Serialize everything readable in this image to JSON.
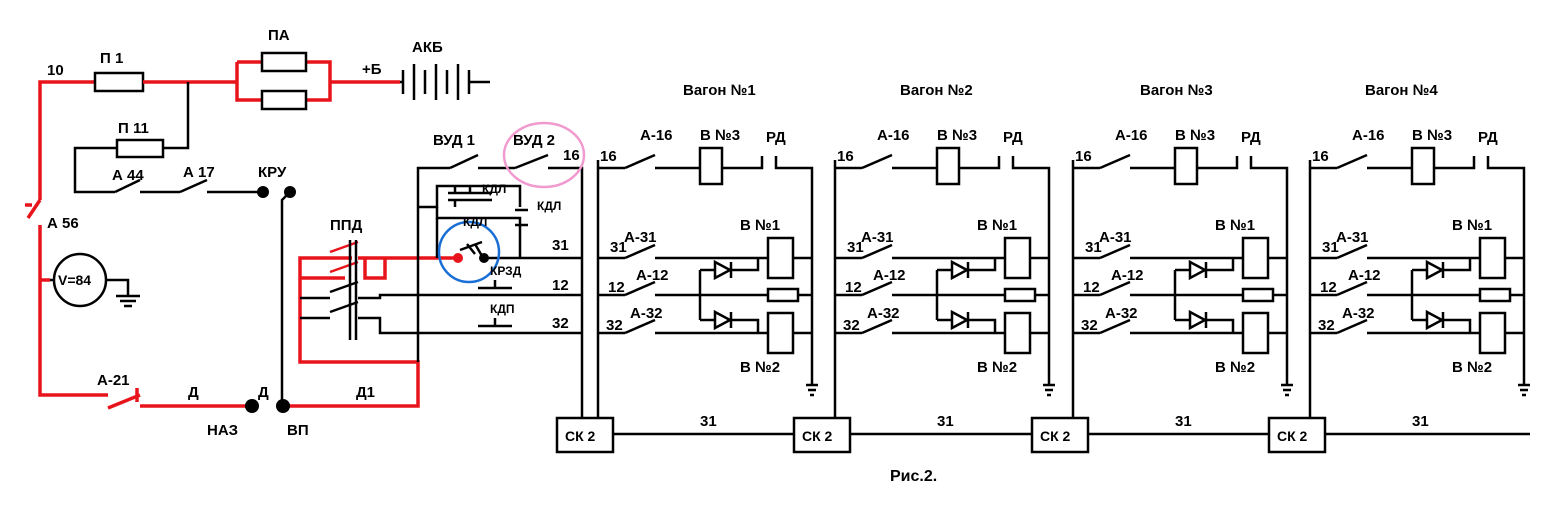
{
  "colors": {
    "power": "#e8141b",
    "wire": "#000000",
    "highlight_pink": "#f09ad0",
    "highlight_blue": "#1a6fd6"
  },
  "labels": {
    "wire10": "10",
    "p1": "П 1",
    "pa": "ПА",
    "akb": "АКБ",
    "plus_b": "+Б",
    "p11": "П 11",
    "a44": "А 44",
    "a17": "А 17",
    "kru": "КРУ",
    "a56": "А 56",
    "voltmeter": "V=84",
    "ppd": "ППД",
    "vud1": "ВУД 1",
    "vud2": "ВУД 2",
    "w16": "16",
    "kdl_a": "КДЛ",
    "kdl_b": "КДЛ",
    "kdl_c": "КДЛ",
    "w31": "31",
    "krzd": "КРЗД",
    "w12": "12",
    "kdp": "КДП",
    "w32": "32",
    "a21": "А-21",
    "d_a": "Д",
    "d_b": "Д",
    "d1": "Д1",
    "naz": "НАЗ",
    "vp": "ВП",
    "caption": "Рис.2."
  },
  "cars": [
    {
      "title": "Вагон №1",
      "a16": "А-16",
      "v3": "В №3",
      "rd": "РД",
      "w16": "16",
      "a31": "А-31",
      "w31": "31",
      "v1": "В №1",
      "a12": "А-12",
      "w12": "12",
      "a32": "А-32",
      "w32": "32",
      "v2": "В №2",
      "sk": "СК 2",
      "bus": "31"
    },
    {
      "title": "Вагон №2",
      "a16": "А-16",
      "v3": "В №3",
      "rd": "РД",
      "w16": "16",
      "a31": "А-31",
      "w31": "31",
      "v1": "В №1",
      "a12": "А-12",
      "w12": "12",
      "a32": "А-32",
      "w32": "32",
      "v2": "В №2",
      "sk": "СК 2",
      "bus": "31"
    },
    {
      "title": "Вагон №3",
      "a16": "А-16",
      "v3": "В №3",
      "rd": "РД",
      "w16": "16",
      "a31": "А-31",
      "w31": "31",
      "v1": "В №1",
      "a12": "А-12",
      "w12": "12",
      "a32": "А-32",
      "w32": "32",
      "v2": "В №2",
      "sk": "СК 2",
      "bus": "31"
    },
    {
      "title": "Вагон №4",
      "a16": "А-16",
      "v3": "В №3",
      "rd": "РД",
      "w16": "16",
      "a31": "А-31",
      "w31": "31",
      "v1": "В №1",
      "a12": "А-12",
      "w12": "12",
      "a32": "А-32",
      "w32": "32",
      "v2": "В №2",
      "sk": "СК 2",
      "bus": "31"
    }
  ]
}
